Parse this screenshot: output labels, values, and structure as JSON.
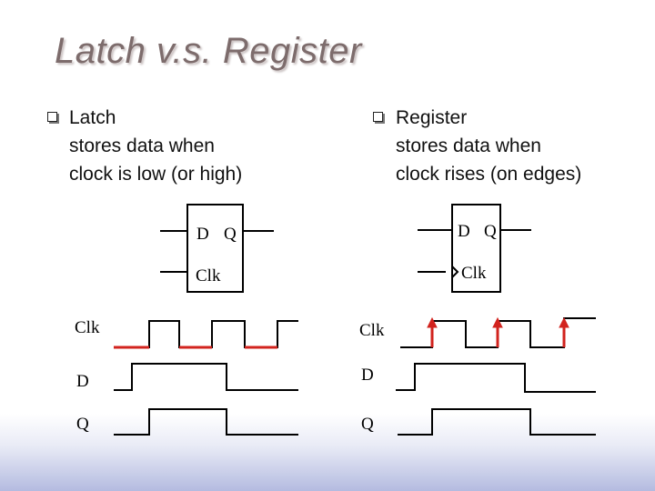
{
  "title": "Latch v.s. Register",
  "latch": {
    "lines": [
      "Latch",
      "stores data when",
      "clock is low (or high)"
    ],
    "block_d": "D",
    "block_q": "Q",
    "block_clk": "Clk",
    "wave_clk": "Clk",
    "wave_d": "D",
    "wave_q": "Q"
  },
  "register": {
    "lines": [
      "Register",
      "stores data when",
      "clock rises (on edges)"
    ],
    "block_d": "D",
    "block_q": "Q",
    "block_clk": "Clk",
    "wave_clk": "Clk",
    "wave_d": "D",
    "wave_q": "Q"
  },
  "colors": {
    "title": "#7d6c6c",
    "highlight": "#d2231e",
    "line": "#000000"
  }
}
